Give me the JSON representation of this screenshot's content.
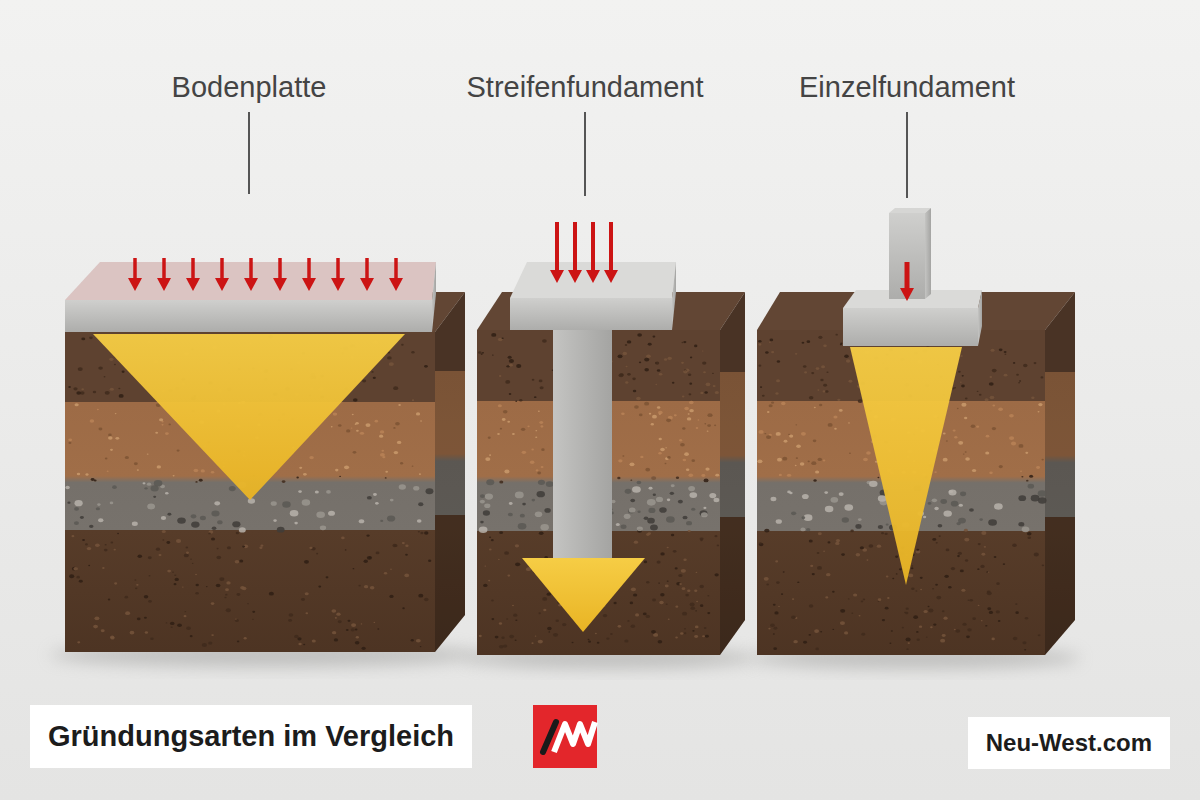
{
  "diagram": {
    "title": "Gründungsarten im Vergleich",
    "nodes": [
      {
        "text": [
          "Bodenplatte"
        ]
      },
      {
        "text": [
          "Streifenfundament"
        ]
      },
      {
        "text": [
          "Einzelfundament"
        ]
      }
    ],
    "labels": [
      "Neu-West.com"
    ]
  }
}
